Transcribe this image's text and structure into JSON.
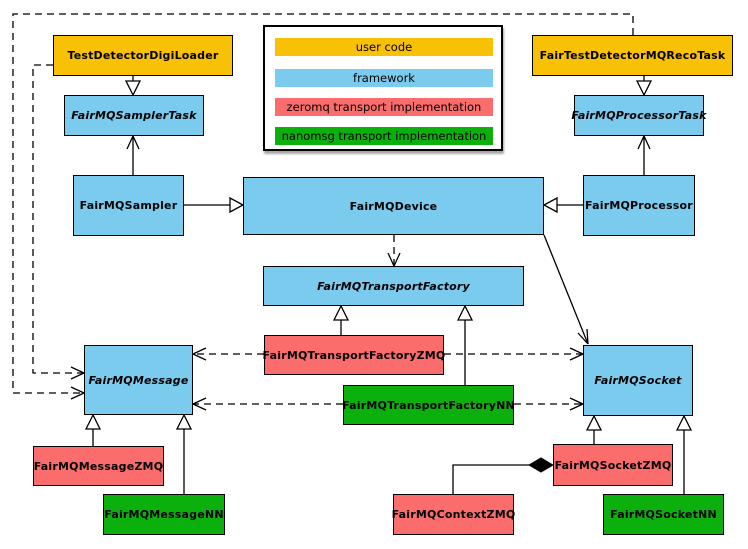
{
  "colors": {
    "user_code": "#F8C105",
    "framework": "#7BCBEF",
    "zeromq_impl": "#FB6D6D",
    "nanomsg_impl": "#0CB00C"
  },
  "legend": {
    "user_code": "user code",
    "framework": "framework",
    "zeromq": "zeromq transport implementation",
    "nanomsg": "nanomsg transport implementation"
  },
  "nodes": {
    "test_detector_digi_loader": "TestDetectorDigiLoader",
    "fairmq_sampler_task": "FairMQSamplerTask",
    "fairmq_sampler": "FairMQSampler",
    "fair_test_detector_mq_reco_task": "FairTestDetectorMQRecoTask",
    "fairmq_processor_task": "FairMQProcessorTask",
    "fairmq_processor": "FairMQProcessor",
    "fairmq_device": "FairMQDevice",
    "fairmq_transport_factory": "FairMQTransportFactory",
    "fairmq_transport_factory_zmq": "FairMQTransportFactoryZMQ",
    "fairmq_transport_factory_nn": "FairMQTransportFactoryNN",
    "fairmq_message": "FairMQMessage",
    "fairmq_socket": "FairMQSocket",
    "fairmq_message_zmq": "FairMQMessageZMQ",
    "fairmq_message_nn": "FairMQMessageNN",
    "fairmq_context_zmq": "FairMQContextZMQ",
    "fairmq_socket_zmq": "FairMQSocketZMQ",
    "fairmq_socket_nn": "FairMQSocketNN"
  }
}
